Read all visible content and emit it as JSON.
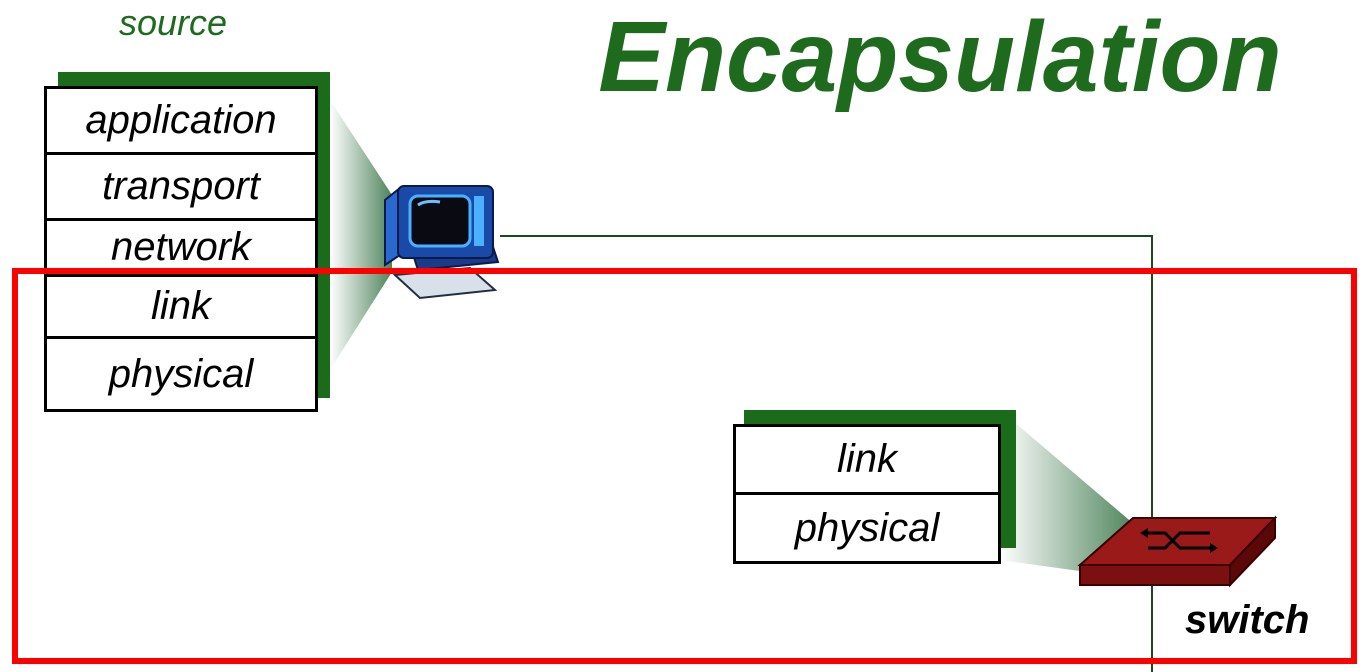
{
  "title": "Encapsulation",
  "source_label": "source",
  "switch_label": "switch",
  "source_stack": {
    "layers": [
      "application",
      "transport",
      "network",
      "link",
      "physical"
    ]
  },
  "switch_stack": {
    "layers": [
      "link",
      "physical"
    ]
  },
  "colors": {
    "title_green": "#1e6b1e",
    "stack_shadow": "#1a6b1a",
    "highlight_box": "#ff0000",
    "switch_body": "#8b1a1a"
  }
}
